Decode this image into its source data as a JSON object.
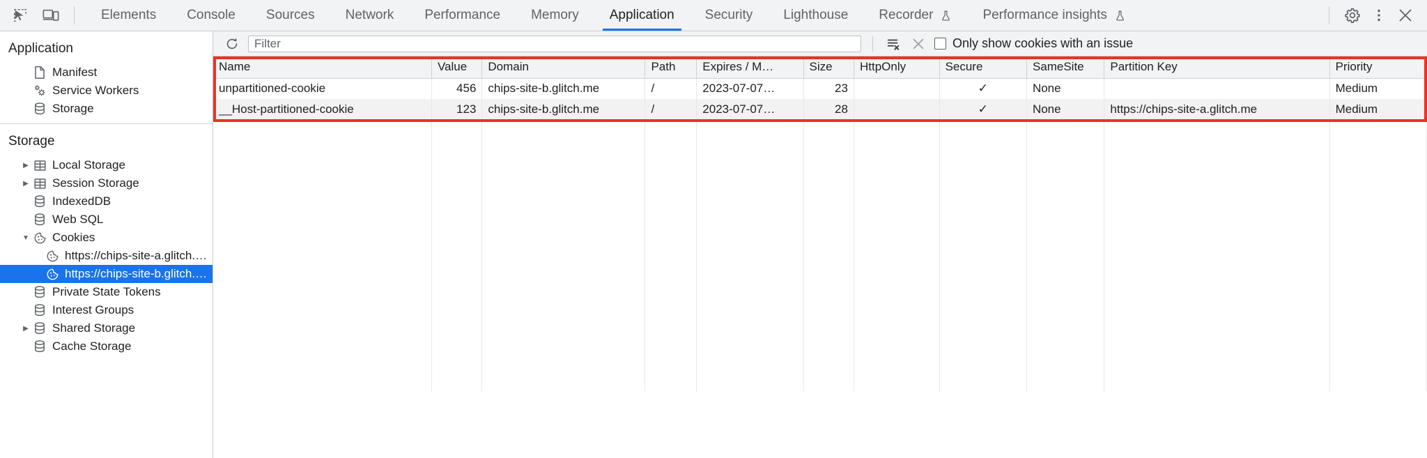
{
  "devtools": {
    "toolbar_left_icons": [
      {
        "name": "inspect-element-icon",
        "label": "Inspect element"
      },
      {
        "name": "device-toolbar-icon",
        "label": "Toggle device toolbar"
      }
    ],
    "tabs": [
      {
        "label": "Elements",
        "active": false,
        "experimental": false
      },
      {
        "label": "Console",
        "active": false,
        "experimental": false
      },
      {
        "label": "Sources",
        "active": false,
        "experimental": false
      },
      {
        "label": "Network",
        "active": false,
        "experimental": false
      },
      {
        "label": "Performance",
        "active": false,
        "experimental": false
      },
      {
        "label": "Memory",
        "active": false,
        "experimental": false
      },
      {
        "label": "Application",
        "active": true,
        "experimental": false
      },
      {
        "label": "Security",
        "active": false,
        "experimental": false
      },
      {
        "label": "Lighthouse",
        "active": false,
        "experimental": false
      },
      {
        "label": "Recorder",
        "active": false,
        "experimental": true
      },
      {
        "label": "Performance insights",
        "active": false,
        "experimental": true
      }
    ],
    "toolbar_right_icons": [
      {
        "name": "gear-icon",
        "label": "Settings"
      },
      {
        "name": "kebab-menu-icon",
        "label": "Customize and control DevTools"
      },
      {
        "name": "close-icon",
        "label": "Close DevTools"
      }
    ],
    "accent_color": "#1a73e8",
    "annotation_color": "#ee3124"
  },
  "sidebar": {
    "sections": [
      {
        "title": "Application",
        "items": [
          {
            "label": "Manifest",
            "icon": "manifest-document-icon",
            "indent": 1,
            "twisty": "",
            "selected": false
          },
          {
            "label": "Service Workers",
            "icon": "service-workers-gears-icon",
            "indent": 1,
            "twisty": "",
            "selected": false
          },
          {
            "label": "Storage",
            "icon": "database-icon",
            "indent": 1,
            "twisty": "",
            "selected": false
          }
        ]
      },
      {
        "title": "Storage",
        "items": [
          {
            "label": "Local Storage",
            "icon": "table-icon",
            "indent": 1,
            "twisty": "collapsed",
            "selected": false
          },
          {
            "label": "Session Storage",
            "icon": "table-icon",
            "indent": 1,
            "twisty": "collapsed",
            "selected": false
          },
          {
            "label": "IndexedDB",
            "icon": "database-icon",
            "indent": 1,
            "twisty": "",
            "selected": false
          },
          {
            "label": "Web SQL",
            "icon": "database-icon",
            "indent": 1,
            "twisty": "",
            "selected": false
          },
          {
            "label": "Cookies",
            "icon": "cookie-icon",
            "indent": 1,
            "twisty": "expanded",
            "selected": false
          },
          {
            "label": "https://chips-site-a.glitch.me",
            "icon": "cookie-icon",
            "indent": 2,
            "twisty": "",
            "selected": false
          },
          {
            "label": "https://chips-site-b.glitch.me",
            "icon": "cookie-icon",
            "indent": 2,
            "twisty": "",
            "selected": true
          },
          {
            "label": "Private State Tokens",
            "icon": "database-icon",
            "indent": 1,
            "twisty": "",
            "selected": false
          },
          {
            "label": "Interest Groups",
            "icon": "database-icon",
            "indent": 1,
            "twisty": "",
            "selected": false
          },
          {
            "label": "Shared Storage",
            "icon": "database-icon",
            "indent": 1,
            "twisty": "collapsed",
            "selected": false
          },
          {
            "label": "Cache Storage",
            "icon": "database-icon",
            "indent": 1,
            "twisty": "",
            "selected": false
          }
        ]
      }
    ]
  },
  "filterbar": {
    "refresh_icon": "refresh-icon",
    "filter_placeholder": "Filter",
    "filter_value": "",
    "clear_all_icon": "clear-all-cookies-icon",
    "delete_icon": "delete-selected-cookie-icon",
    "checkbox_label": "Only show cookies with an issue",
    "checkbox_checked": false
  },
  "cookies_table": {
    "columns": [
      "Name",
      "Value",
      "Domain",
      "Path",
      "Expires / M…",
      "Size",
      "HttpOnly",
      "Secure",
      "SameSite",
      "Partition Key",
      "Priority"
    ],
    "rows": [
      {
        "Name": "unpartitioned-cookie",
        "Value": "456",
        "Domain": "chips-site-b.glitch.me",
        "Path": "/",
        "Expires / M…": "2023-07-07…",
        "Size": "23",
        "HttpOnly": "",
        "Secure": "✓",
        "SameSite": "None",
        "Partition Key": "",
        "Priority": "Medium"
      },
      {
        "Name": "__Host-partitioned-cookie",
        "Value": "123",
        "Domain": "chips-site-b.glitch.me",
        "Path": "/",
        "Expires / M…": "2023-07-07…",
        "Size": "28",
        "HttpOnly": "",
        "Secure": "✓",
        "SameSite": "None",
        "Partition Key": "https://chips-site-a.glitch.me",
        "Priority": "Medium"
      }
    ]
  }
}
